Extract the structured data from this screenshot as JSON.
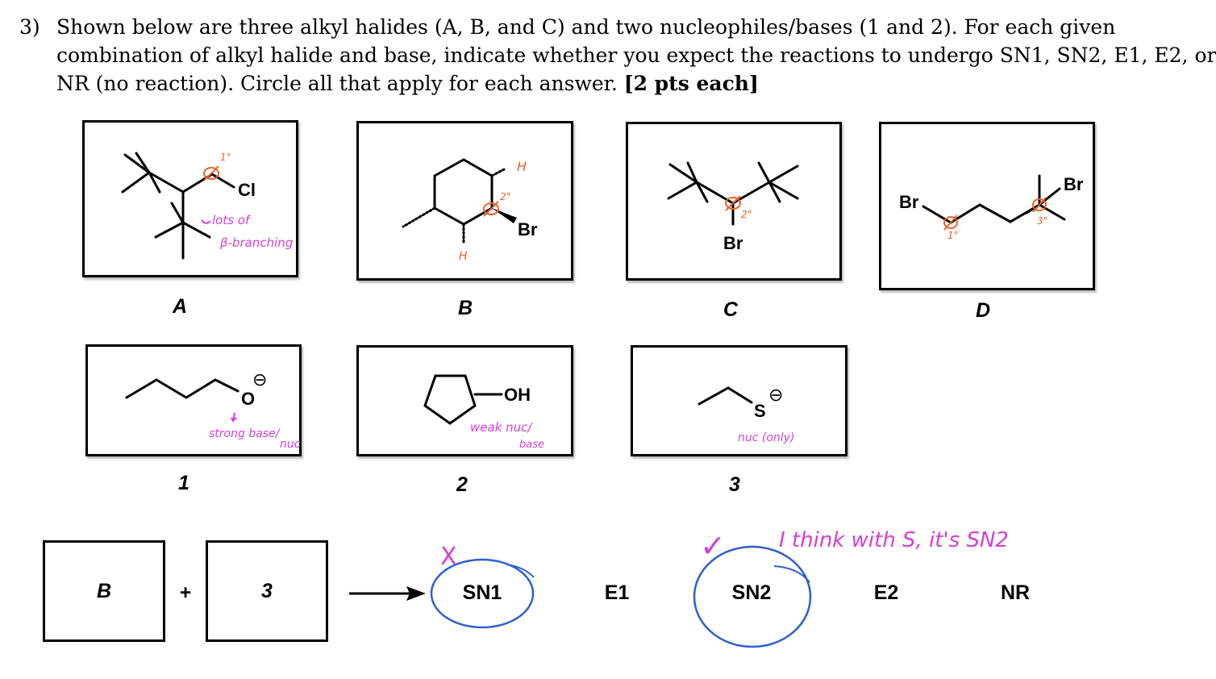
{
  "question": {
    "number": "3)",
    "line1": "Shown below are three alkyl halides (A, B, and C) and two nucleophiles/bases (1 and 2). For each given",
    "line2": "combination of  alkyl halide and base, indicate whether you expect the reactions to undergo SN1, SN2, E1, E2, or",
    "line3_text": "NR (no reaction).  Circle all that apply for each answer. ",
    "line3_points": "[2 pts  each]"
  },
  "halides": [
    {
      "label": "A",
      "atom": "Cl",
      "note_degree": "1°",
      "note_line1": "lots of",
      "note_line2": "β-branching"
    },
    {
      "label": "B",
      "atom": "Br",
      "note_degree": "2°",
      "h_top": "H",
      "h_bottom": "H"
    },
    {
      "label": "C",
      "atom": "Br",
      "note_degree": "2°"
    },
    {
      "label": "D",
      "atom_left": "Br",
      "atom_right": "Br",
      "note_left": "1°",
      "note_right": "3°"
    }
  ],
  "nucleophiles": [
    {
      "label": "1",
      "atom": "O",
      "charge": "⊖",
      "note_line1": "strong base/",
      "note_line2": "nuc"
    },
    {
      "label": "2",
      "atom": "OH",
      "note_line1": "weak nuc/",
      "note_line2": "base"
    },
    {
      "label": "3",
      "atom": "S",
      "charge": "⊖",
      "note_line1": "nuc (only)"
    }
  ],
  "answer": {
    "halide": "B",
    "plus": "+",
    "nucleophile": "3",
    "options": [
      "SN1",
      "E1",
      "SN2",
      "E2",
      "NR"
    ],
    "circled": [
      "SN1",
      "SN2"
    ],
    "wrong_mark": "X",
    "correct_mark": "✓",
    "comment": "I think with S, it's SN2"
  },
  "colors": {
    "annotation_red": "#e8642a",
    "annotation_pink": "#d63fd6",
    "annotation_blue": "#2f5fd0"
  }
}
